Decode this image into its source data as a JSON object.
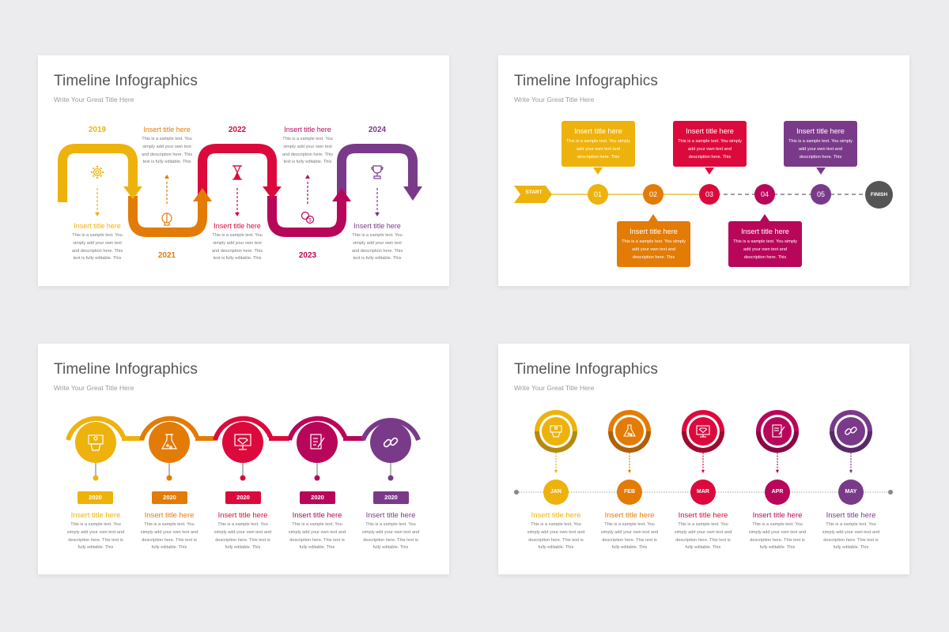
{
  "colors": {
    "yellow": "#eeb20c",
    "orange": "#e37b07",
    "red": "#dc0a3c",
    "magenta": "#b8075a",
    "purple": "#7a3a8a",
    "dark": "#555555",
    "text_title": "#555555",
    "text_sub": "#9a9a9a"
  },
  "slides": [
    {
      "title": "Timeline Infographics",
      "subtitle": "Write Your Great Title Here",
      "steps": [
        {
          "year": "2019",
          "title": "Insert title here",
          "desc": "This is a sample text. You simply add your own text and description here. This text is fully editable. This",
          "icon": "gear-icon"
        },
        {
          "year": "2021",
          "title": "Insert title here",
          "desc": "This is a sample text. You simply add your own text and description here. This text is fully editable. This",
          "icon": "brain-bulb-icon"
        },
        {
          "year": "2022",
          "title": "Insert title here",
          "desc": "This is a sample text. You simply add your own text and description here. This text is fully editable. This",
          "icon": "hourglass-icon"
        },
        {
          "year": "2023",
          "title": "Insert title here",
          "desc": "This is a sample text. You simply add your own text and description here. This text is fully editable. This",
          "icon": "money-location-icon"
        },
        {
          "year": "2024",
          "title": "Insert title here",
          "desc": "This is a sample text. You simply add your own text and description here. This text is fully editable. This",
          "icon": "trophy-icon"
        }
      ]
    },
    {
      "title": "Timeline Infographics",
      "subtitle": "Write Your Great Title Here",
      "start_label": "START",
      "finish_label": "FINISH",
      "steps": [
        {
          "num": "01",
          "title": "Insert title here",
          "desc": "This is a sample text. You simply add your own text and description here. This"
        },
        {
          "num": "02",
          "title": "Insert title here",
          "desc": "This is a sample text. You simply add your own text and description here. This"
        },
        {
          "num": "03",
          "title": "Insert title here",
          "desc": "This is a sample text. You simply add your own text and description here. This"
        },
        {
          "num": "04",
          "title": "Insert title here",
          "desc": "This is a sample text. You simply add your own text and description here. This"
        },
        {
          "num": "05",
          "title": "Insert title here",
          "desc": "This is a sample text. You simply add your own text and description here. This"
        }
      ]
    },
    {
      "title": "Timeline Infographics",
      "subtitle": "Write Your Great Title Here",
      "steps": [
        {
          "year": "2020",
          "title": "Insert title here",
          "desc": "This is a sample text. You simply add your own text and description here. This text is fully editable. This",
          "icon": "presenter-icon"
        },
        {
          "year": "2020",
          "title": "Insert title here",
          "desc": "This is a sample text. You simply add your own text and description here. This text is fully editable. This",
          "icon": "flask-icon"
        },
        {
          "year": "2020",
          "title": "Insert title here",
          "desc": "This is a sample text. You simply add your own text and description here. This text is fully editable. This",
          "icon": "monitor-diamond-icon"
        },
        {
          "year": "2020",
          "title": "Insert title here",
          "desc": "This is a sample text. You simply add your own text and description here. This text is fully editable. This",
          "icon": "document-pen-icon"
        },
        {
          "year": "2020",
          "title": "Insert title here",
          "desc": "This is a sample text. You simply add your own text and description here. This text is fully editable. This",
          "icon": "chain-link-icon"
        }
      ]
    },
    {
      "title": "Timeline Infographics",
      "subtitle": "Write Your Great Title Here",
      "steps": [
        {
          "month": "JAN",
          "title": "Insert title here",
          "desc": "This is a sample text. You simply add your own text and description here. This text is fully editable. This",
          "icon": "presenter-icon"
        },
        {
          "month": "FEB",
          "title": "Insert title here",
          "desc": "This is a sample text. You simply add your own text and description here. This text is fully editable. This",
          "icon": "flask-icon"
        },
        {
          "month": "MAR",
          "title": "Insert title here",
          "desc": "This is a sample text. You simply add your own text and description here. This text is fully editable. This",
          "icon": "monitor-diamond-icon"
        },
        {
          "month": "APR",
          "title": "Insert title here",
          "desc": "This is a sample text. You simply add your own text and description here. This text is fully editable. This",
          "icon": "document-pen-icon"
        },
        {
          "month": "MAY",
          "title": "Insert title here",
          "desc": "This is a sample text. You simply add your own text and description here. This text is fully editable. This",
          "icon": "chain-link-icon"
        }
      ]
    }
  ]
}
